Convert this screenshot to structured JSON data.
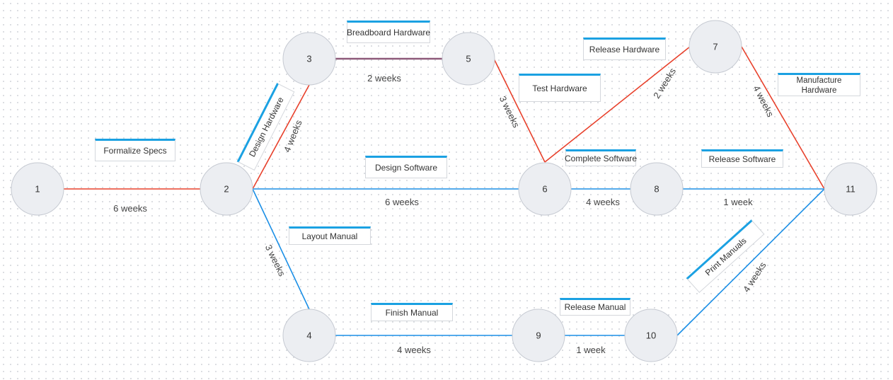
{
  "colors": {
    "critical": "#e8412c",
    "normal": "#1b8fe6",
    "mixed": "#8e5a7a",
    "accent": "#1ba1e2",
    "node_fill": "#eceef2"
  },
  "nodes": {
    "n1": "1",
    "n2": "2",
    "n3": "3",
    "n4": "4",
    "n5": "5",
    "n6": "6",
    "n7": "7",
    "n8": "8",
    "n9": "9",
    "n10": "10",
    "n11": "11"
  },
  "tasks": {
    "formalize_specs": "Formalize Specs",
    "design_hardware": "Design Hardware",
    "breadboard_hardware": "Breadboard Hardware",
    "test_hardware": "Test Hardware",
    "release_hardware": "Release Hardware",
    "manufacture_hardware": "Manufacture Hardware",
    "design_software": "Design Software",
    "complete_software": "Complete Software",
    "release_software": "Release Software",
    "layout_manual": "Layout Manual",
    "finish_manual": "Finish Manual",
    "release_manual": "Release Manual",
    "print_manuals": "Print Manuals"
  },
  "durations": {
    "e1_2": "6 weeks",
    "e2_3": "4 weeks",
    "e3_5": "2 weeks",
    "e5_6": "3 weeks",
    "e6_7": "2 weeks",
    "e7_11": "4 weeks",
    "e2_6": "6 weeks",
    "e6_8": "4 weeks",
    "e8_11": "1 week",
    "e2_4": "3 weeks",
    "e4_9": "4 weeks",
    "e9_10": "1 week",
    "e10_11": "4 weeks"
  }
}
